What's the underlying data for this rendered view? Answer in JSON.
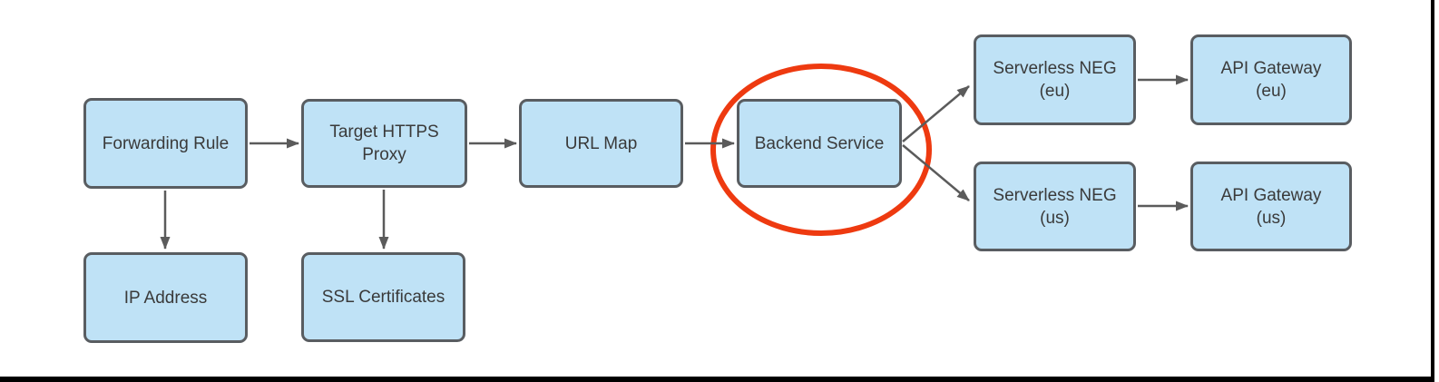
{
  "colors": {
    "background": "#FFFFFF",
    "node_fill": "#BFE2F6",
    "node_border": "#595D61",
    "node_text": "#3A3A3A",
    "connector": "#5B5B5B",
    "highlight": "#EE3A10",
    "frame": "#000000"
  },
  "nodes": {
    "forwarding_rule": {
      "line1": "Forwarding Rule"
    },
    "target_https_proxy": {
      "line1": "Target HTTPS",
      "line2": "Proxy"
    },
    "url_map": {
      "line1": "URL Map"
    },
    "backend_service": {
      "line1": "Backend Service"
    },
    "serverless_neg_eu": {
      "line1": "Serverless NEG",
      "line2": "(eu)"
    },
    "api_gateway_eu": {
      "line1": "API Gateway",
      "line2": "(eu)"
    },
    "serverless_neg_us": {
      "line1": "Serverless NEG",
      "line2": "(us)"
    },
    "api_gateway_us": {
      "line1": "API Gateway",
      "line2": "(us)"
    },
    "ip_address": {
      "line1": "IP Address"
    },
    "ssl_certificates": {
      "line1": "SSL Certificates"
    }
  }
}
